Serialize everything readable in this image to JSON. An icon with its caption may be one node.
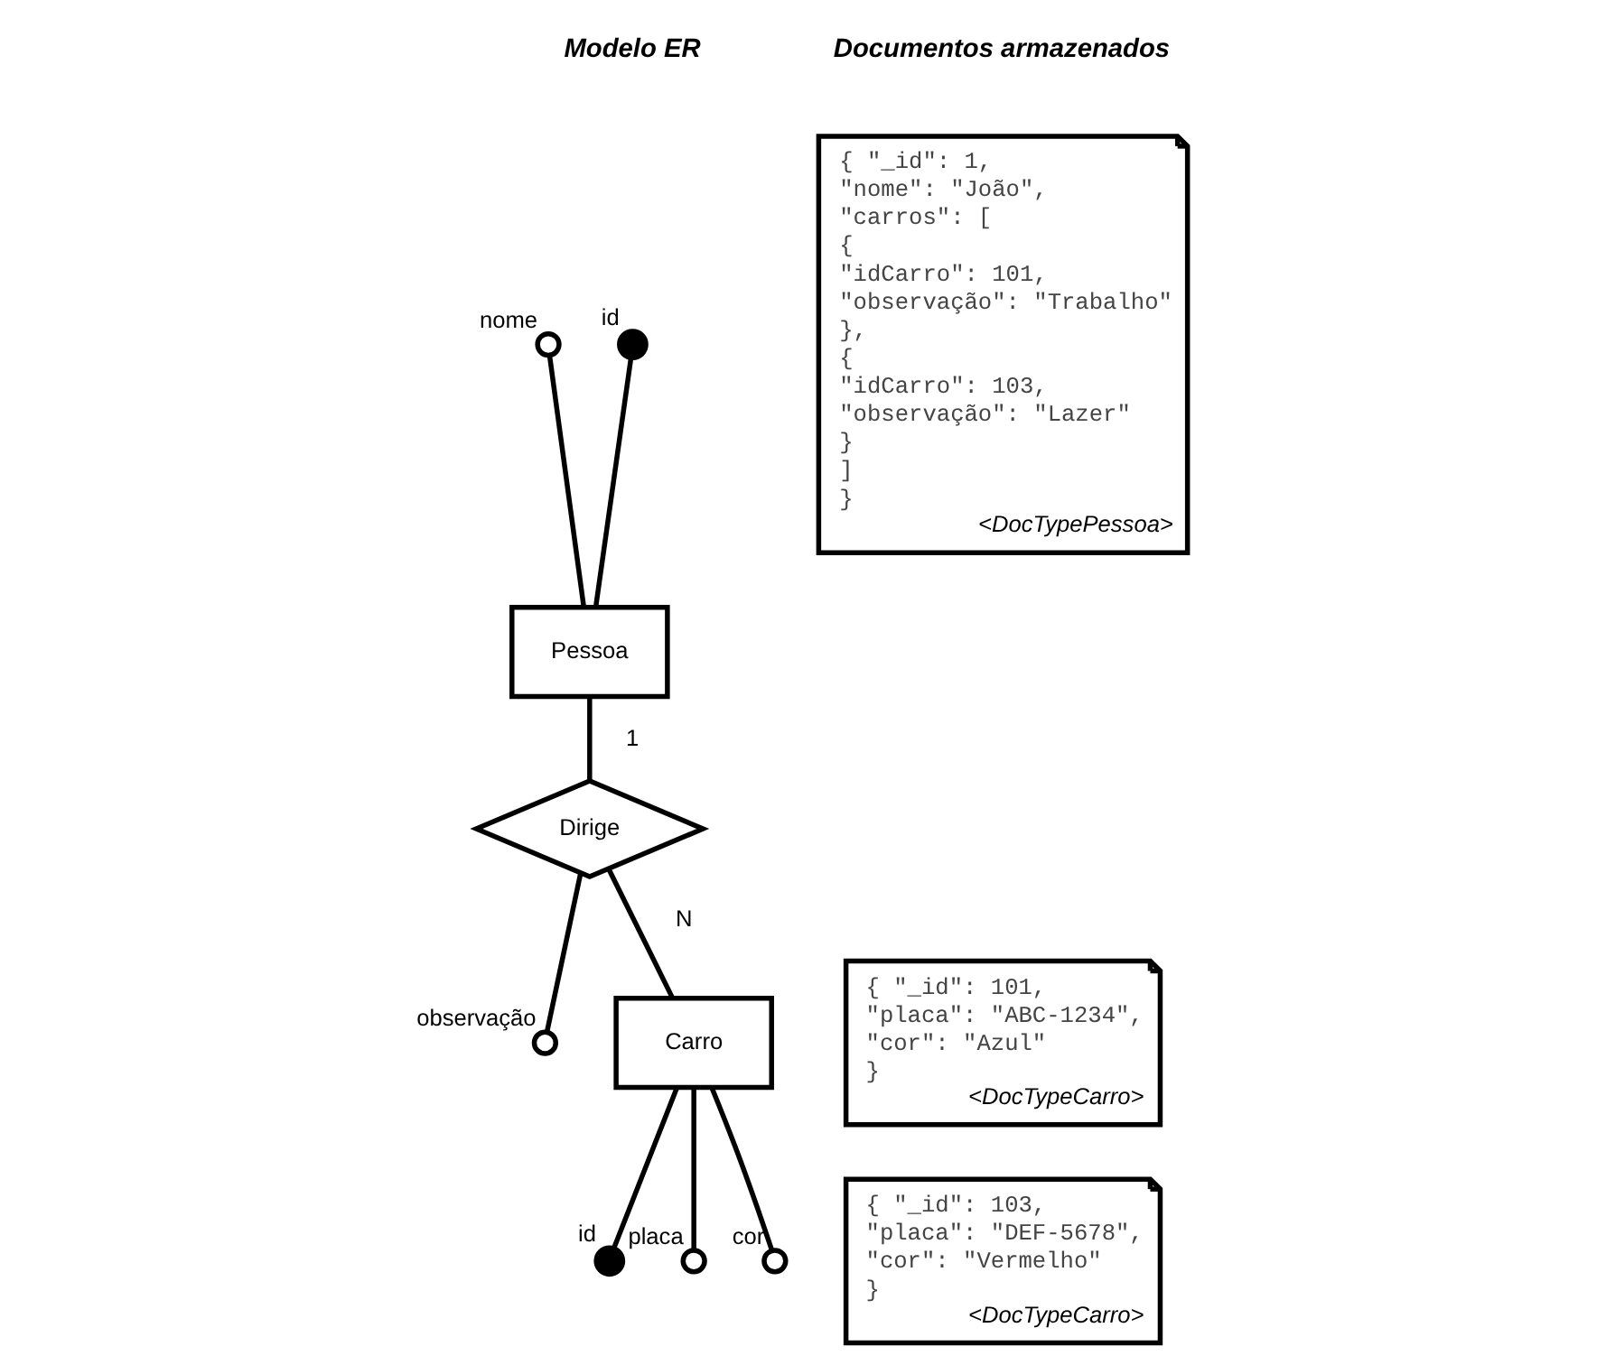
{
  "diagram": {
    "nodes": [
      {
        "text": [],
        "shape": "dot",
        "beside": [
          "id"
        ]
      },
      {
        "text": [],
        "shape": "circle",
        "beside": [
          "nome"
        ]
      },
      {
        "text": [
          "Pessoa"
        ]
      },
      {
        "text": [
          "Dirige"
        ]
      },
      {
        "text": [],
        "shape": "circle",
        "beside": [
          "observação"
        ]
      },
      {
        "text": [
          "Carro"
        ]
      },
      {
        "text": [],
        "shape": "dot",
        "beside": [
          "id"
        ]
      },
      {
        "text": [],
        "shape": "circle",
        "beside": [
          "placa"
        ]
      },
      {
        "text": [],
        "shape": "circle",
        "beside": [
          "cor"
        ]
      },
      {
        "text": [
          "{ \"_id\": 1,",
          "\"nome\": \"João\",",
          "\"carros\": [",
          "{",
          "\"idCarro\": 101,",
          "\"observação\": \"Trabalho\"",
          "},",
          "{",
          "\"idCarro\": 103,",
          "\"observação\": \"Lazer\"",
          "}",
          "]",
          "}",
          "<DocTypePessoa>"
        ]
      },
      {
        "text": [
          "{ \"_id\": 101,",
          "\"placa\": \"ABC-1234\",",
          "\"cor\": \"Azul\"",
          "}",
          "<DocTypeCarro>"
        ]
      },
      {
        "text": [
          "{ \"_id\": 103,",
          "\"placa\": \"DEF-5678\",",
          "\"cor\": \"Vermelho\"",
          "}",
          "<DocTypeCarro>"
        ]
      }
    ],
    "edges": [
      {
        "from": 2,
        "to": 0,
        "arrow": "none"
      },
      {
        "from": 2,
        "to": 1,
        "arrow": "none"
      },
      {
        "from": 2,
        "to": 3,
        "arrow": "none",
        "label": "1"
      },
      {
        "from": 3,
        "to": 4,
        "arrow": "none"
      },
      {
        "from": 3,
        "to": 5,
        "arrow": "none",
        "label": "N"
      },
      {
        "from": 5,
        "to": 6,
        "arrow": "none"
      },
      {
        "from": 5,
        "to": 7,
        "arrow": "none"
      },
      {
        "from": 5,
        "to": 8,
        "arrow": "none"
      }
    ],
    "labels": [
      "Modelo ER",
      "Documentos armazenados"
    ]
  }
}
